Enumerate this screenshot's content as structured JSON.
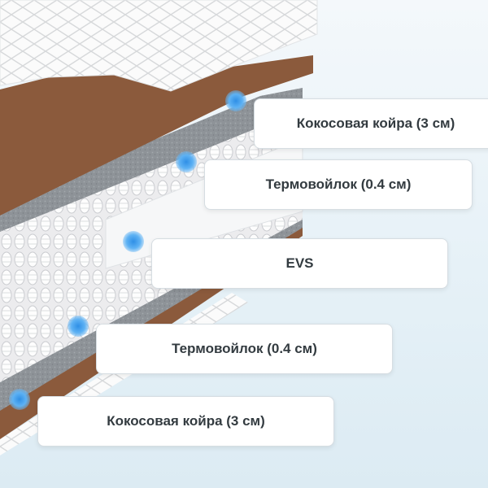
{
  "callouts": [
    {
      "label": "Кокосовая койра (3 см)"
    },
    {
      "label": "Термовойлок (0.4 см)"
    },
    {
      "label": "EVS"
    },
    {
      "label": "Термовойлок (0.4 см)"
    },
    {
      "label": "Кокосовая койра (3 см)"
    }
  ],
  "colors": {
    "coir": "#8b5a3c",
    "felt": "#8f949a",
    "springs": "#f3f4f5",
    "cover": "#fafafa",
    "marker": "#3a96ea"
  }
}
